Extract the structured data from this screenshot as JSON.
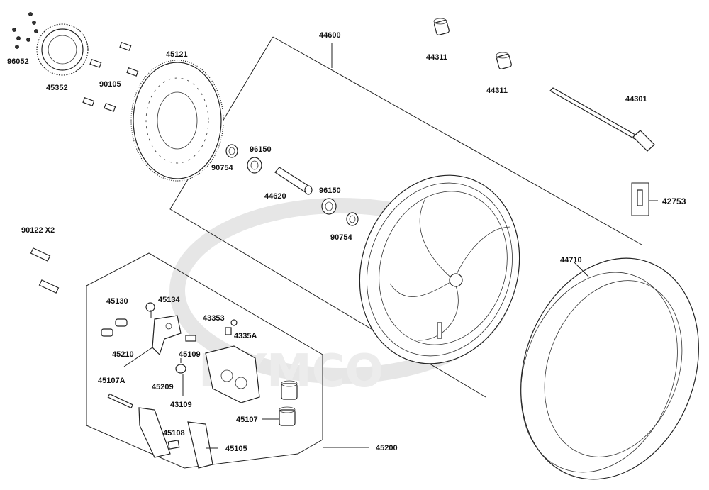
{
  "watermark": {
    "brand": "KYMCO"
  },
  "parts": {
    "p96052": "96052",
    "p45352": "45352",
    "p90105": "90105",
    "p45121": "45121",
    "p44600": "44600",
    "p44311a": "44311",
    "p44311b": "44311",
    "p44301": "44301",
    "p96150a": "96150",
    "p90754a": "90754",
    "p44620": "44620",
    "p96150b": "96150",
    "p90754b": "90754",
    "p42753": "42753",
    "p90122": "90122  X2",
    "p44710": "44710",
    "p45130": "45130",
    "p45134": "45134",
    "p43353": "43353",
    "p4335A": "4335A",
    "p45210": "45210",
    "p45109": "45109",
    "p45209": "45209",
    "p43109": "43109",
    "p45107A": "45107A",
    "p45107": "45107",
    "p45108": "45108",
    "p45105": "45105",
    "p45200": "45200"
  }
}
